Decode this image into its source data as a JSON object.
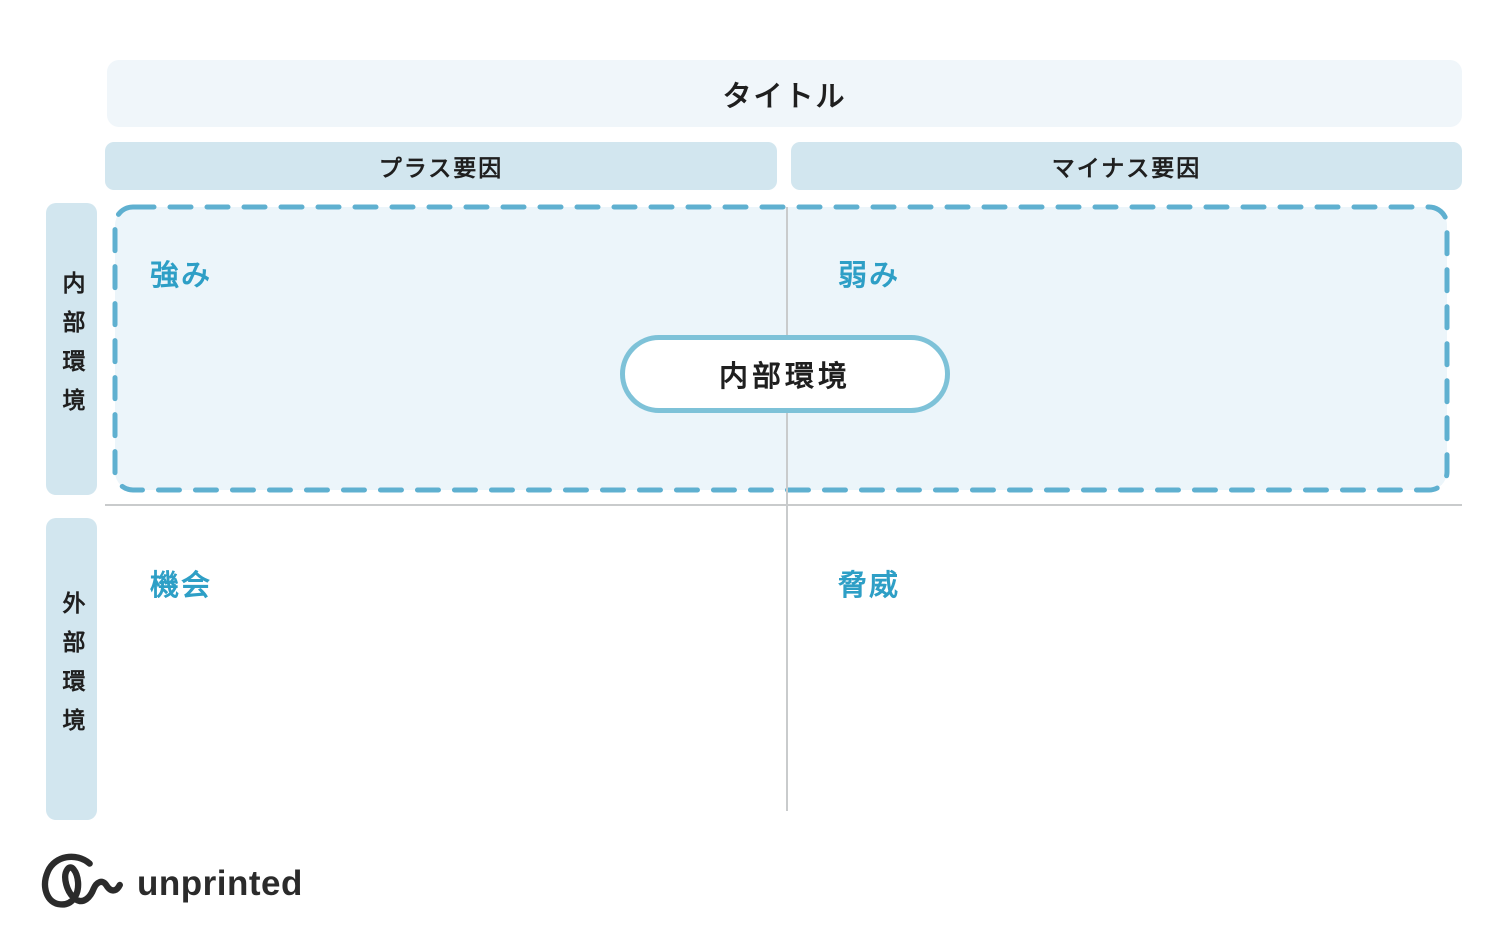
{
  "title": {
    "label": "タイトル"
  },
  "column_headers": {
    "plus": "プラス要因",
    "minus": "マイナス要因"
  },
  "row_headers": {
    "internal": "内部環境",
    "external": "外部環境"
  },
  "quadrants": {
    "strengths": "強み",
    "weaknesses": "弱み",
    "opportunities": "機会",
    "threats": "脅威"
  },
  "center_badge": {
    "label": "内部環境"
  },
  "footer": {
    "logo_text": "unprinted",
    "logo_mark": "unprinted-scribble-mark"
  },
  "colors": {
    "title_bar_bg": "#f0f6fa",
    "header_bar_bg": "#d2e6ef",
    "side_bar_bg": "#d2e6ef",
    "internal_area_fill": "#ecf5fa",
    "dashed_border": "#5fb0d0",
    "accent_text": "#2e9fc6",
    "pill_border": "#7ec2d8",
    "divider_line": "#c9cbcc",
    "dark_text": "#1f1f1f",
    "logo_color": "#2b2b2b"
  }
}
